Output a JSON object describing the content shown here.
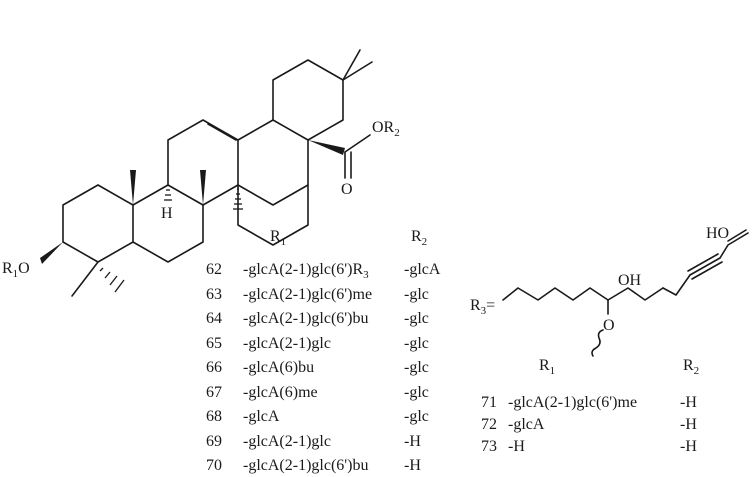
{
  "structure_labels": {
    "or2": "OR",
    "or2_sub": "2",
    "o_carbonyl": "O",
    "h_label": "H",
    "r1o_r": "R",
    "r1o_sub": "1",
    "r1o_o": "O",
    "r3_label": "R",
    "r3_sub": "3",
    "r3_eq": "=",
    "oh1": "OH",
    "oh2": "HO",
    "o_ether": "O"
  },
  "table1": {
    "header_r1": "R",
    "header_r1_sub": "1",
    "header_r2": "R",
    "header_r2_sub": "2",
    "rows": [
      {
        "num": "62",
        "r1": "-glcA(2-1)glc(6')R",
        "r1_sub": "3",
        "r2": "-glcA"
      },
      {
        "num": "63",
        "r1": "-glcA(2-1)glc(6')me",
        "r1_sub": "",
        "r2": "-glc"
      },
      {
        "num": "64",
        "r1": "-glcA(2-1)glc(6')bu",
        "r1_sub": "",
        "r2": "-glc"
      },
      {
        "num": "65",
        "r1": "-glcA(2-1)glc",
        "r1_sub": "",
        "r2": "-glc"
      },
      {
        "num": "66",
        "r1": "-glcA(6)bu",
        "r1_sub": "",
        "r2": "-glc"
      },
      {
        "num": "67",
        "r1": "-glcA(6)me",
        "r1_sub": "",
        "r2": "-glc"
      },
      {
        "num": "68",
        "r1": "-glcA",
        "r1_sub": "",
        "r2": "-glc"
      },
      {
        "num": "69",
        "r1": "-glcA(2-1)glc",
        "r1_sub": "",
        "r2": "-H"
      },
      {
        "num": "70",
        "r1": "-glcA(2-1)glc(6')bu",
        "r1_sub": "",
        "r2": "-H"
      }
    ]
  },
  "table2": {
    "header_r1": "R",
    "header_r1_sub": "1",
    "header_r2": "R",
    "header_r2_sub": "2",
    "rows": [
      {
        "num": "71",
        "r1": "-glcA(2-1)glc(6')me",
        "r2": "-H"
      },
      {
        "num": "72",
        "r1": "-glcA",
        "r2": "-H"
      },
      {
        "num": "73",
        "r1": "-H",
        "r2": "-H"
      }
    ]
  }
}
